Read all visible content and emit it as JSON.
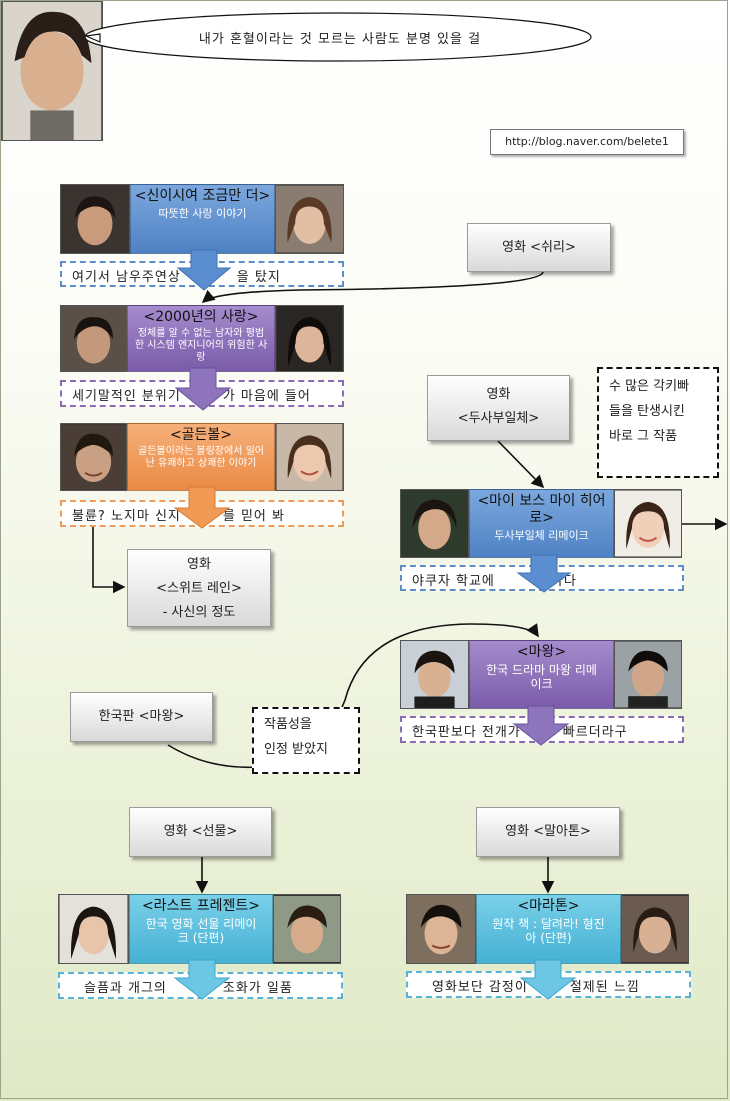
{
  "header": {
    "speech": "내가 혼혈이라는 것 모르는 사람도 분명 있을 걸",
    "url": "http://blog.naver.com/belete1"
  },
  "dramas": [
    {
      "title": "<신이시여 조금만 더>",
      "subtitle": "따뜻한 사랑 이야기",
      "note": "여기서 남우주연상　　　　을 탔지"
    },
    {
      "title": "<2000년의 사랑>",
      "subtitle": "정체를 알 수 없는 남자와 평범한 시스템 엔지니어의 위험한 사랑",
      "note": "세기말적인 분위기　　　가 마음에 들어"
    },
    {
      "title": "<골든볼>",
      "subtitle": "골든볼이라는 볼링장에서 일어난 유쾌하고 상쾌한 이야기",
      "note": "불륜? 노지마 신지　　　를 믿어 봐"
    },
    {
      "title": "<마이 보스 마이 히어로>",
      "subtitle": "두사부일체 리메이크",
      "note": "야쿠자 학교에　　　　가다"
    },
    {
      "title": "<마왕>",
      "subtitle": "한국 드라마 마왕 리메이크",
      "note": "한국판보다 전개가　　　빠르더라구"
    },
    {
      "title": "<라스트 프레젠트>",
      "subtitle": "한국 영화 선물 리메이크 (단편)",
      "note": "슬픔과 개그의　　　　조화가 일품"
    },
    {
      "title": "<마라톤>",
      "subtitle": "원작 책 : 달려라! 형진아 (단편)",
      "note": "영화보단 감정이　　　절제된 느낌"
    }
  ],
  "labels": {
    "swiri": "영화 <쉬리>",
    "dusabu": [
      "영화",
      "<두사부일체>"
    ],
    "sweetrain": [
      "영화",
      "<스위트 레인>",
      "- 사신의 정도"
    ],
    "korean_maou": "한국판 <마왕>",
    "gift": "영화 <선물>",
    "marathon": "영화 <말아톤>"
  },
  "callouts": {
    "gakkiba": [
      "수 많은 각키빠",
      "들을 탄생시킨",
      "바로 그 작품"
    ],
    "recognized": [
      "작품성을",
      "인정 받았지"
    ]
  },
  "colors": {
    "blue": "#4f82c4",
    "purple": "#7a5ba9",
    "orange": "#ea8a44",
    "cyan": "#45b1d4"
  }
}
